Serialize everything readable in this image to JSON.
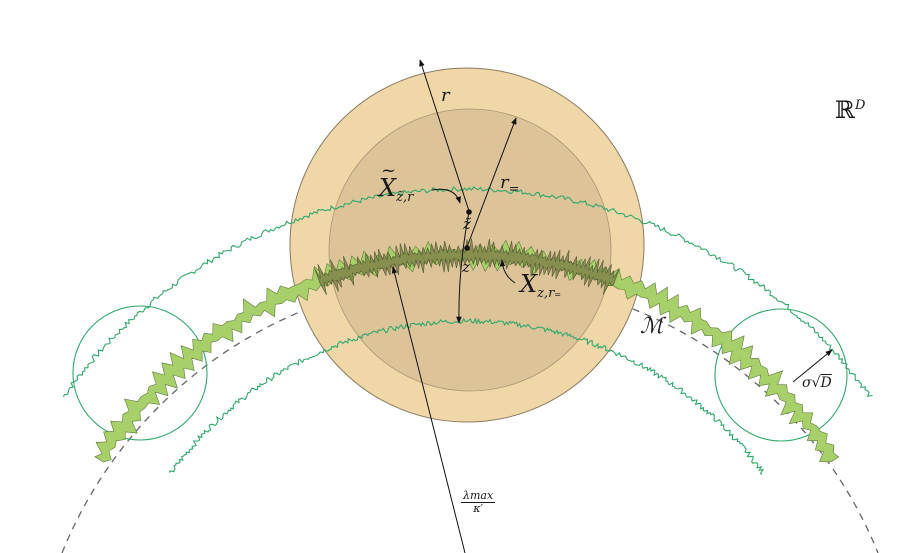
{
  "labels": {
    "space_symbol": "ℝ",
    "space_exp": "D",
    "r": "r",
    "r_eq_base": "r",
    "r_eq_sub": "=",
    "x_tilde_base": "X",
    "x_tilde_sub": "z̃,r",
    "z_tilde": "z̃",
    "z": "z",
    "x_base": "X",
    "x_sub": "z,r₌",
    "manifold": "ℳ",
    "sigma_prefix": "σ",
    "sigma_sqrt": "D",
    "lambda_num": "λmax",
    "lambda_den": "κ′"
  },
  "colors": {
    "outer_ball": "#f0d7a8",
    "inner_ball": "#ddc498",
    "ball_edge": "#8a7a60",
    "tube": "#2ea86a",
    "manifold_fill": "#a8d06a",
    "manifold_dark": "#6b7a3a",
    "arc": "#555555",
    "arrow": "#111111"
  }
}
